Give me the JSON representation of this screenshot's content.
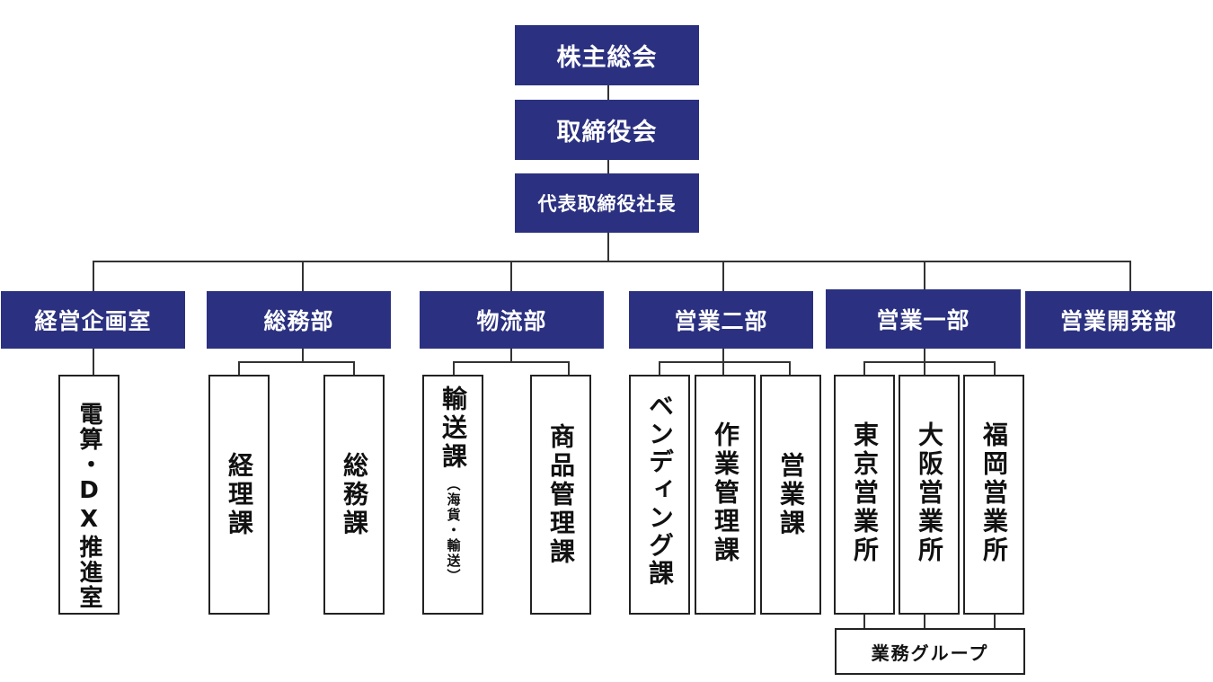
{
  "colors": {
    "box_fill": "#2b3180",
    "box_text": "#ffffff",
    "line": "#333333",
    "outline": "#222222"
  },
  "top": {
    "shareholders": "株主総会",
    "board": "取締役会",
    "president": "代表取締役社長"
  },
  "departments": {
    "planning": "経営企画室",
    "general_affairs": "総務部",
    "logistics": "物流部",
    "sales2": "営業二部",
    "sales1": "営業一部",
    "sales_dev": "営業開発部"
  },
  "sections": {
    "dx": "電算・DX推進室",
    "accounting": "経理課",
    "general": "総務課",
    "transport": "輸送課",
    "transport_note": "（海貨・輸送）",
    "goods_mgmt": "商品管理課",
    "vending": "ベンディング課",
    "work_mgmt": "作業管理課",
    "sales_section": "営業課",
    "tokyo": "東京営業所",
    "osaka": "大阪営業所",
    "fukuoka": "福岡営業所"
  },
  "group": "業務グループ"
}
